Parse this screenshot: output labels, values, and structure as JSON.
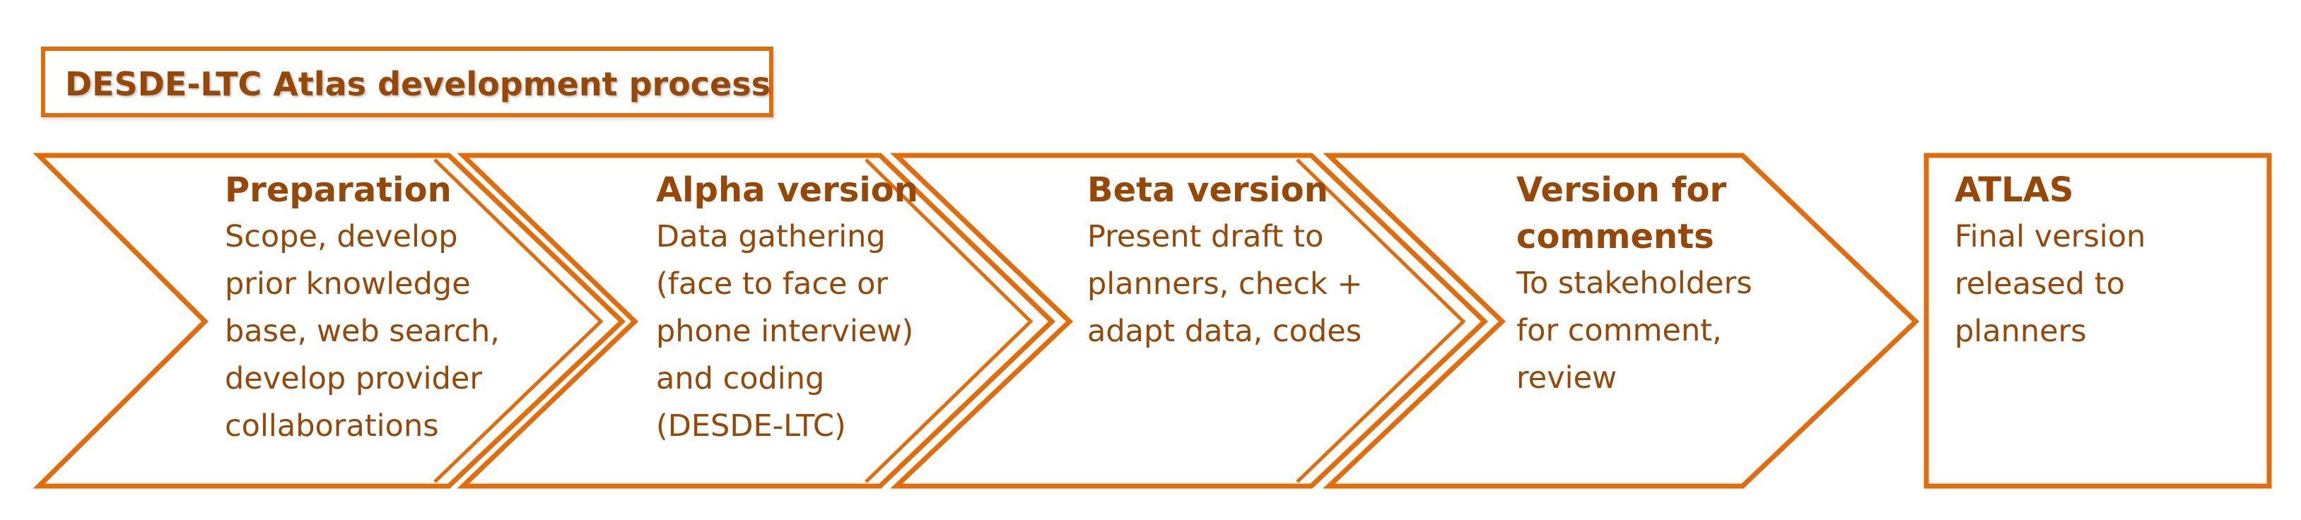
{
  "title": "DESDE-LTC Atlas development process",
  "colors": {
    "border": "#E36C0A",
    "text": "#984806",
    "background": "#FFFFFF"
  },
  "stages": [
    {
      "title": "Preparation",
      "description": "Scope, develop\nprior knowledge\nbase, web search,\ndevelop provider\ncollaborations"
    },
    {
      "title": "Alpha version",
      "description": "Data gathering\n(face to face or\nphone interview)\nand coding\n(DESDE-LTC)"
    },
    {
      "title": "Beta version",
      "description": "Present draft to\nplanners, check +\nadapt data, codes"
    },
    {
      "title": "Version for\ncomments",
      "description": "To stakeholders\nfor comment,\nreview"
    },
    {
      "title": "ATLAS",
      "description": "Final version\nreleased to\nplanners"
    }
  ]
}
